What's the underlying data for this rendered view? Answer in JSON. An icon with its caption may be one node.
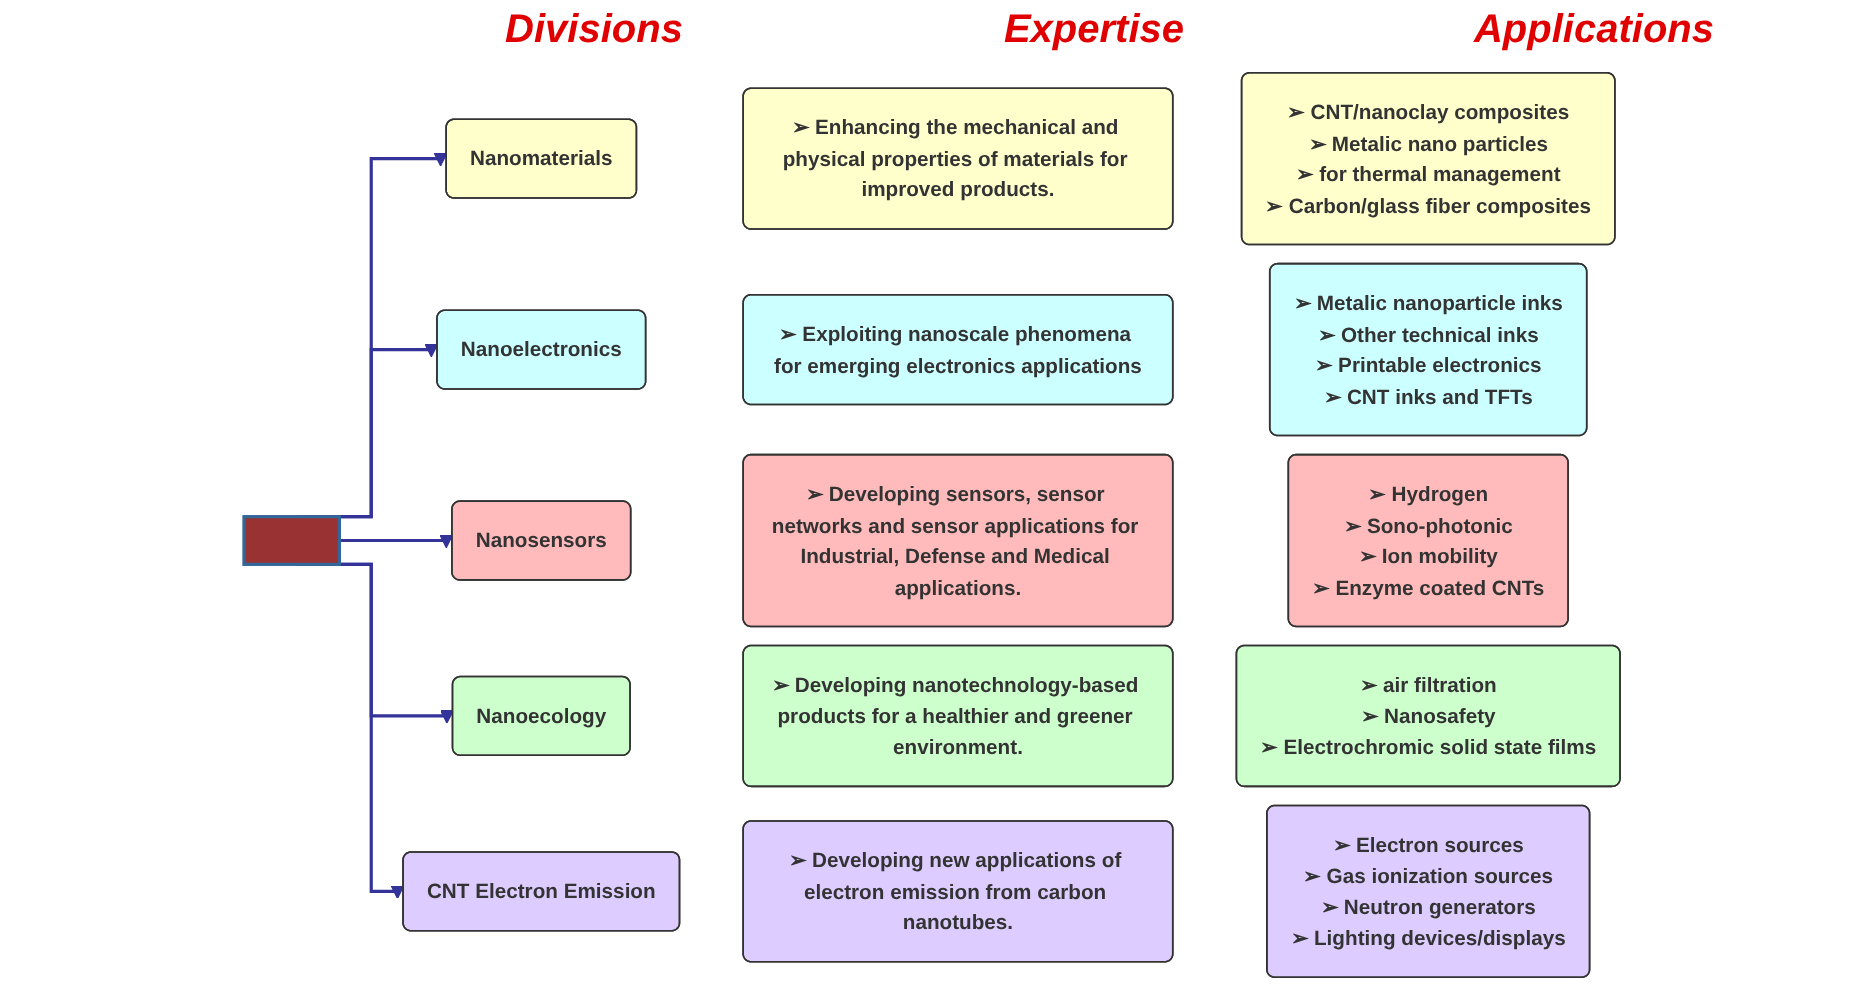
{
  "diagram": {
    "nodes": [
      {
        "text": [],
        "shape": "box"
      },
      {
        "text": [
          "Nanomaterials"
        ]
      },
      {
        "text": [
          "➢ Enhancing the mechanical and physical properties of materials for improved products."
        ]
      },
      {
        "text": [
          "➢ CNT/nanoclay composites",
          "➢ Metalic nano particles",
          "➢ for thermal management",
          "➢ Carbon/glass fiber composites"
        ]
      },
      {
        "text": [
          "Nanoelectronics"
        ]
      },
      {
        "text": [
          "➢ Exploiting nanoscale phenomena for emerging electronics applications"
        ]
      },
      {
        "text": [
          "➢ Metalic nanoparticle inks",
          "➢ Other technical inks",
          "➢ Printable electronics",
          "➢ CNT inks and TFTs"
        ]
      },
      {
        "text": [
          "Nanosensors"
        ]
      },
      {
        "text": [
          "➢ Developing sensors, sensor networks and sensor applications for Industrial, Defense and Medical applications."
        ]
      },
      {
        "text": [
          "➢ Hydrogen",
          "➢ Sono-photonic",
          "➢ Ion mobility",
          "➢ Enzyme coated CNTs"
        ]
      },
      {
        "text": [
          "Nanoecology"
        ]
      },
      {
        "text": [
          "➢ Developing nanotechnology-based products for a healthier and greener environment."
        ]
      },
      {
        "text": [
          "➢ air filtration",
          "➢ Nanosafety",
          "➢ Electrochromic solid state films"
        ]
      },
      {
        "text": [
          "CNT Electron Emission"
        ]
      },
      {
        "text": [
          "➢ Developing new applications of electron emission from carbon nanotubes."
        ]
      },
      {
        "text": [
          "➢ Electron sources",
          "➢ Gas ionization sources",
          "➢ Neutron generators",
          "➢ Lighting devices/displays"
        ]
      }
    ],
    "edges": [
      {
        "from": 0,
        "to": 1,
        "arrow": "to"
      },
      {
        "from": 0,
        "to": 4,
        "arrow": "to"
      },
      {
        "from": 0,
        "to": 7,
        "arrow": "to"
      },
      {
        "from": 0,
        "to": 10,
        "arrow": "to"
      },
      {
        "from": 0,
        "to": 13,
        "arrow": "to"
      }
    ],
    "labels": [
      "Divisions",
      "Expertise",
      "Applications"
    ]
  }
}
